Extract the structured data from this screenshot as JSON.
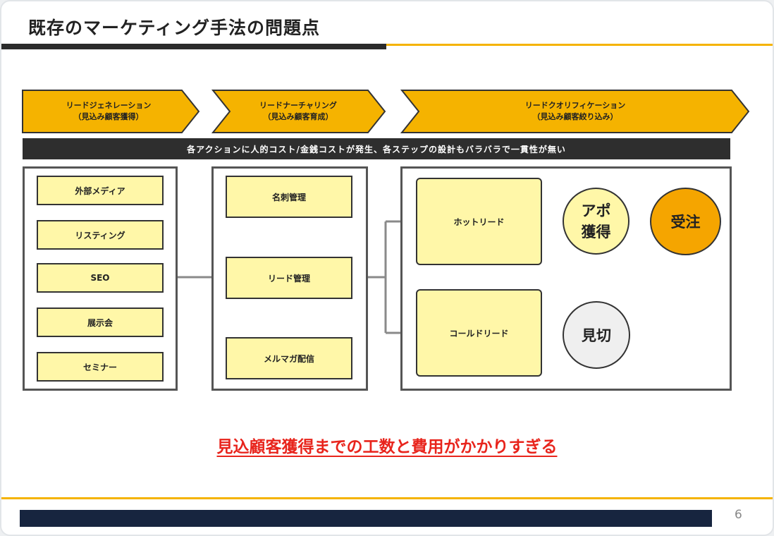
{
  "slide": {
    "title": "既存のマーケティング手法の問題点",
    "page_number": "6"
  },
  "stages": [
    {
      "name": "リードジェネレーション",
      "sub": "（見込み顧客獲得）"
    },
    {
      "name": "リードナーチャリング",
      "sub": "（見込み顧客育成）"
    },
    {
      "name": "リードクオリフィケーション",
      "sub": "（見込み顧客絞り込み）"
    }
  ],
  "banner": "各アクションに人的コスト/金銭コストが発生、各ステップの設計もバラバラで一貫性が無い",
  "generation_items": [
    "外部メディア",
    "リスティング",
    "SEO",
    "展示会",
    "セミナー"
  ],
  "nurturing_items": [
    "名刺管理",
    "リード管理",
    "メルマガ配信"
  ],
  "qualification": {
    "hot_lead": "ホットリード",
    "cold_lead": "コールドリード",
    "appointment": "アポ獲得",
    "order": "受注",
    "dropped": "見切"
  },
  "message": "見込顧客獲得までの工数と費用がかかりすぎる",
  "colors": {
    "accent": "#f5b300",
    "box_fill": "#fff7a8",
    "alert": "#e8241c",
    "footer": "#17253f"
  }
}
